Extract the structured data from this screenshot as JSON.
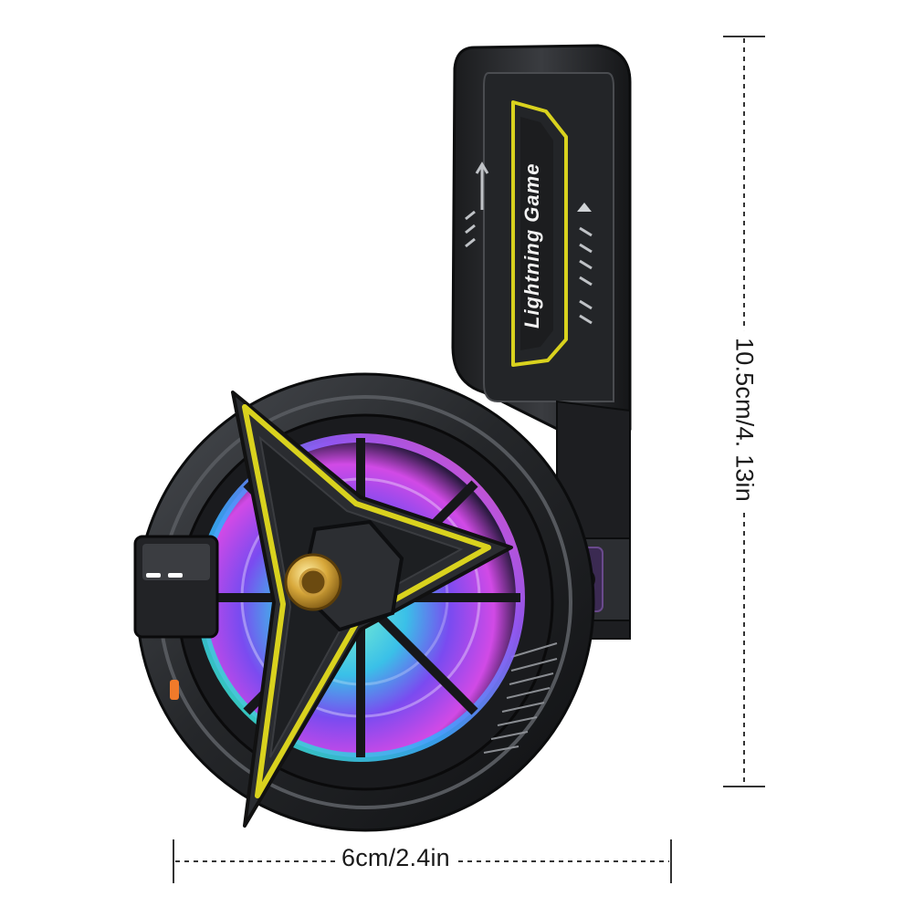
{
  "product": {
    "name": "phone cooler fan",
    "brand_text": "Lightning Game",
    "accent_color": "#d9d21e",
    "body_color": "#2b2d30"
  },
  "dimensions": {
    "width_label": "6cm/2.4in",
    "height_label": "10.5cm/4. 13in"
  }
}
